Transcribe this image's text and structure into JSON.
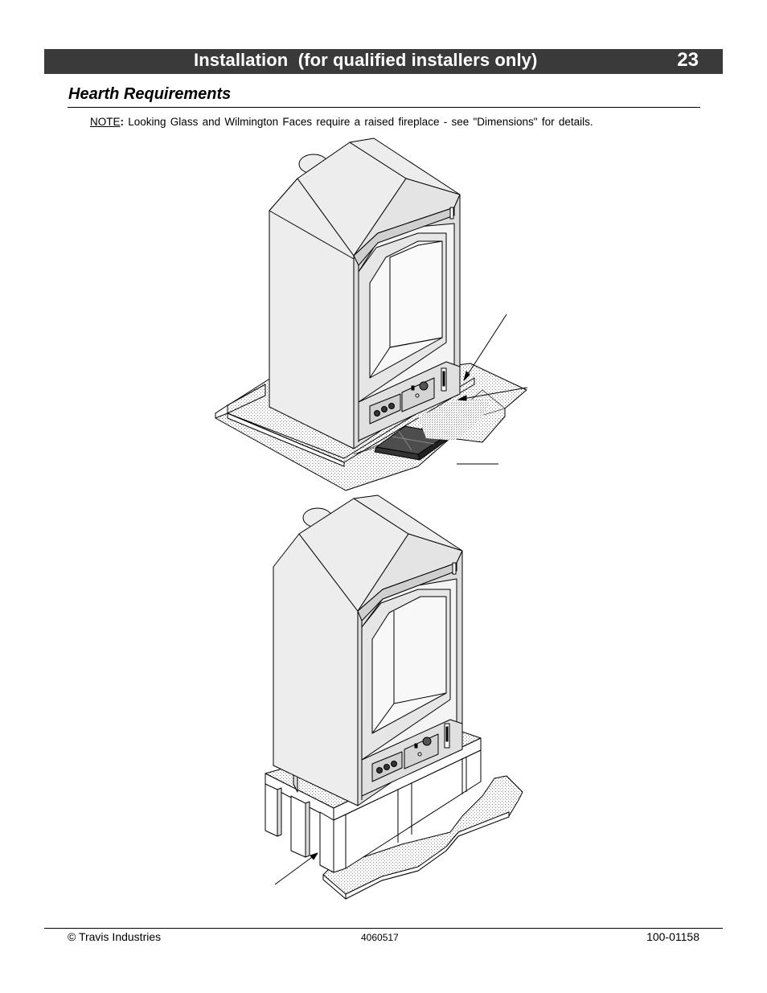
{
  "header": {
    "title": "Installation  (for qualified installers only)",
    "page_number": "23"
  },
  "section": {
    "title": "Hearth Requirements"
  },
  "note": {
    "label": "NOTE",
    "colon": ":",
    "text": " Looking Glass and Wilmington Faces require a raised fireplace - see \"Dimensions\" for details."
  },
  "footer": {
    "copyright": "© Travis Industries",
    "code": "4060517",
    "doc_number": "100-01158"
  },
  "figures": {
    "top": {
      "icon": "fireplace-floor-hearth-illustration"
    },
    "bottom": {
      "icon": "fireplace-raised-platform-illustration"
    }
  },
  "colors": {
    "header_bar": "#3a3a3a",
    "cabinet_fill": "#ededed",
    "hearth_stipple": "#bcbcbc",
    "tile_dark": "#4d4d4d"
  }
}
